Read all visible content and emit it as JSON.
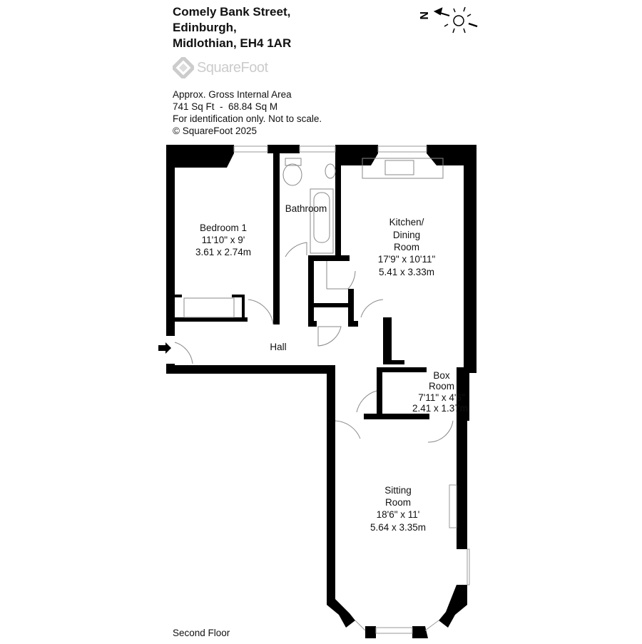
{
  "address": {
    "line1": "Comely Bank Street,",
    "line2": "Edinburgh,",
    "line3": "Midlothian, EH4 1AR"
  },
  "logo": {
    "text": "SquareFoot"
  },
  "info": {
    "line1": "Approx. Gross Internal Area",
    "line2": "741 Sq Ft  -  68.84 Sq M",
    "line3": "For identification only. Not to scale.",
    "line4": "© SquareFoot 2025"
  },
  "compass": {
    "label": "N",
    "icon": "north-arrow-sun-icon"
  },
  "rooms": {
    "bedroom1": {
      "name": "Bedroom 1",
      "imperial": "11'10\" x 9'",
      "metric": "3.61 x 2.74m"
    },
    "bathroom": {
      "name": "Bathroom"
    },
    "kitchen": {
      "name1": "Kitchen/",
      "name2": "Dining",
      "name3": "Room",
      "imperial": "17'9\" x 10'11\"",
      "metric": "5.41 x 3.33m"
    },
    "hall": {
      "name": "Hall"
    },
    "box_room": {
      "name1": "Box",
      "name2": "Room",
      "imperial": "7'11\" x 4'6\"",
      "metric": "2.41 x 1.37m"
    },
    "sitting_room": {
      "name1": "Sitting",
      "name2": "Room",
      "imperial": "18'6\" x 11'",
      "metric": "5.64 x 3.35m"
    }
  },
  "floor_label": "Second Floor",
  "colors": {
    "wall": "#000000",
    "logo": "#cccccc"
  }
}
